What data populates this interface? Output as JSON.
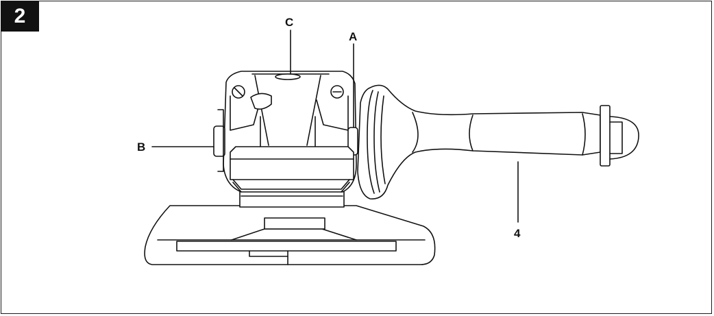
{
  "figure": {
    "number": "2"
  },
  "callouts": {
    "a": "A",
    "b": "B",
    "c": "C",
    "four": "4"
  },
  "colors": {
    "line": "#111111",
    "badge": "#111111",
    "fill_light": "#f2f2f2"
  }
}
